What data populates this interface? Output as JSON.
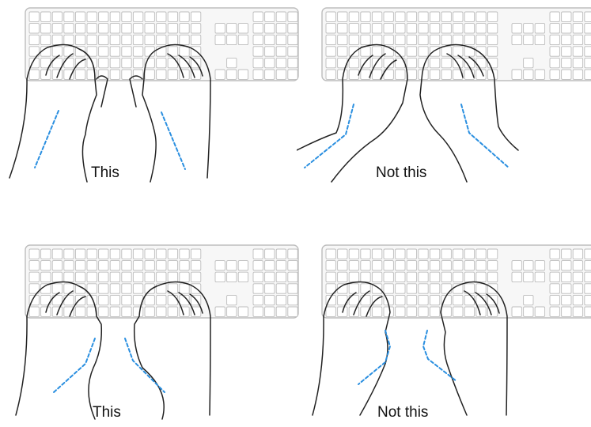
{
  "colors": {
    "outline": "#222222",
    "keyboard_stroke": "#bdbdbd",
    "keyboard_fill": "#f7f7f7",
    "guide": "#2a8fe0"
  },
  "panels": [
    {
      "id": "top-left",
      "caption": "This",
      "posture": "correct-wrists-straight"
    },
    {
      "id": "top-right",
      "caption": "Not this",
      "posture": "incorrect-wrists-bent-outward"
    },
    {
      "id": "bottom-left",
      "caption": "This",
      "posture": "correct-hands-relaxed"
    },
    {
      "id": "bottom-right",
      "caption": "Not this",
      "posture": "incorrect-wrists-bent-inward"
    }
  ]
}
